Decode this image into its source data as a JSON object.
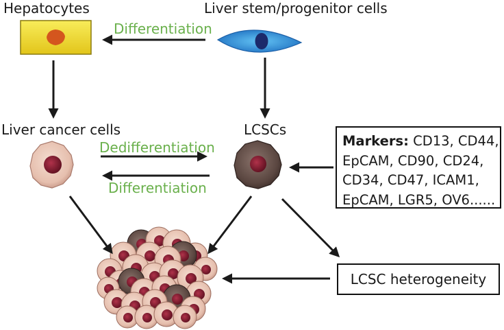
{
  "labels": {
    "hepatocytes": "Hepatocytes",
    "stem_cells": "Liver stem/progenitor cells",
    "differentiation_top": "Differentiation",
    "cancer_cells": "Liver cancer cells",
    "lcscs": "LCSCs",
    "dedifferentiation": "Dedifferentiation",
    "differentiation_bottom": "Differentiation"
  },
  "markers": {
    "heading": "Markers:",
    "lines": [
      "CD13, CD44,",
      "EpCAM, CD90, CD24,",
      "CD34, CD47, ICAM1,",
      "EpCAM, LGR5, OV6......"
    ]
  },
  "heterogeneity": "LCSC heterogeneity",
  "colors": {
    "label_green": "#6ab04c",
    "hepatocyte_fill": "#f2e02a",
    "hepatocyte_nucleus": "#d4561e",
    "stem_cell": "#2f8fd8",
    "stem_nucleus": "#1c2a6b",
    "cancer_cell": "#e6bfae",
    "cancer_nucleus": "#7a1a2a",
    "lcsc_cell": "#5a4640"
  }
}
